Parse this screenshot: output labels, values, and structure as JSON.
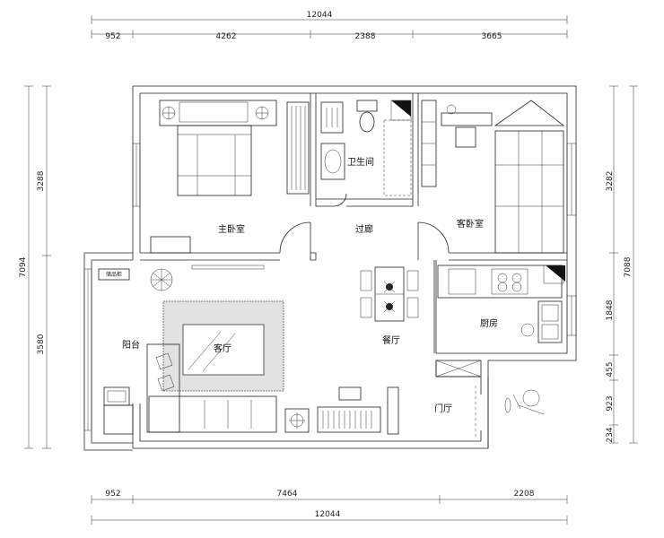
{
  "dimensions": {
    "top_total": "12044",
    "top_segments": [
      "952",
      "4262",
      "2388",
      "3665"
    ],
    "bottom_total": "12044",
    "bottom_segments": [
      "952",
      "7464",
      "2208"
    ],
    "left_outer": "7094",
    "left_segments": [
      "3288",
      "3580"
    ],
    "right_outer": "7088",
    "right_segments": [
      "3282",
      "1848",
      "455",
      "923",
      "234"
    ]
  },
  "rooms": {
    "master_bedroom": "主卧室",
    "bathroom": "卫生间",
    "corridor": "过廊",
    "guest_bedroom": "客卧室",
    "balcony": "阳台",
    "living_room": "客厅",
    "dining_room": "餐厅",
    "kitchen": "厨房",
    "entrance": "门厅"
  },
  "labels": {
    "storage_cabinet": "储品柜"
  }
}
